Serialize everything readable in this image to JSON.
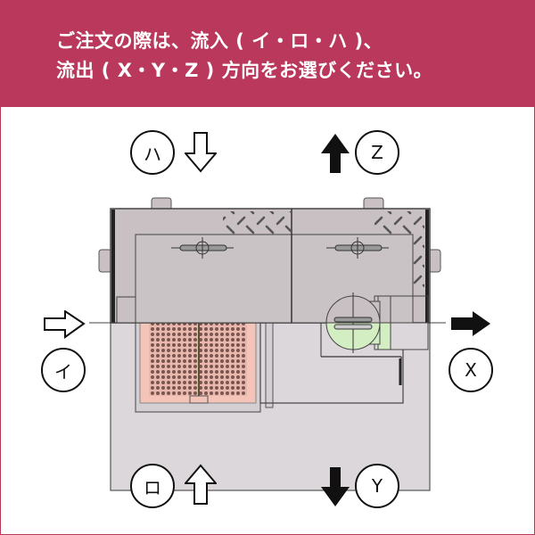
{
  "banner": {
    "line1": "ご注文の際は、流入 ( イ・ロ・ハ )、",
    "line2": "流出 ( X・Y・Z ) 方向をお選びください。",
    "background": "#b9385b",
    "text_color": "#ffffff"
  },
  "inflow_labels": {
    "i": "イ",
    "ro": "ロ",
    "ha": "ハ"
  },
  "outflow_labels": {
    "x": "X",
    "y": "Y",
    "z": "Z"
  },
  "arrows": {
    "ha": "down-outline",
    "ro": "up-outline",
    "i": "right-outline",
    "z": "up-filled",
    "y": "down-filled",
    "x": "right-filled"
  },
  "colors": {
    "lid": "#c8c0c2",
    "body": "#dcd7da",
    "basket": "#f4c4b8",
    "mesh": "#7a5550",
    "outlet_green": "#d4eec4",
    "line": "#333333"
  }
}
